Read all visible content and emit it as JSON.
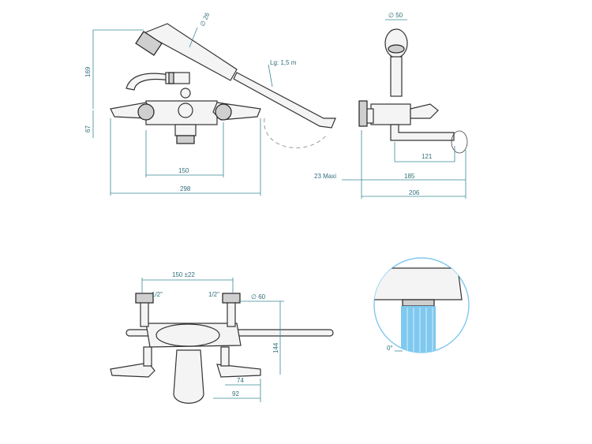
{
  "dimensions": {
    "front": {
      "diameter_hand": "∅ 26",
      "hose_length": "Lg: 1,5 m",
      "height_top": "169",
      "height_side": "67",
      "spacing": "150",
      "overall_width": "298"
    },
    "side": {
      "diameter_head": "∅ 50",
      "spout_offset": "121",
      "wall_max": "23  Maxi",
      "reach": "185",
      "overall_depth": "206"
    },
    "top": {
      "spacing": "150 ±22",
      "thread_left": "1/2\"",
      "thread_right": "1/2\"",
      "diameter_rose": "∅ 60",
      "height": "144",
      "offset_a": "74",
      "offset_b": "92"
    },
    "detail": {
      "angle": "0°"
    }
  },
  "colors": {
    "dimension": "#2f6f7a",
    "water": "#7fc8ef",
    "outline": "#333333"
  }
}
